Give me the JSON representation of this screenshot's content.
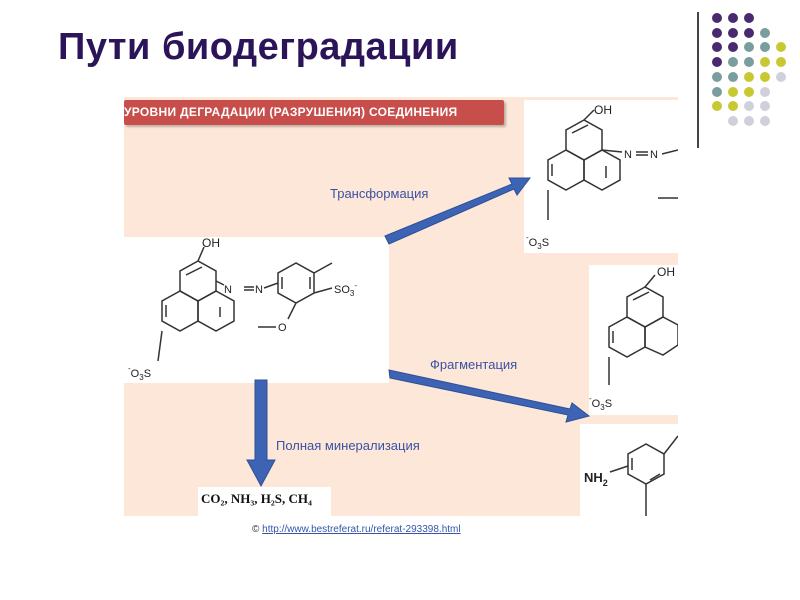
{
  "slide": {
    "title": "Пути биодеградации"
  },
  "banner": {
    "text": "УРОВНИ ДЕГРАДАЦИИ (РАЗРУШЕНИЯ) СОЕДИНЕНИЯ"
  },
  "pathways": {
    "transformation": "Трансформация",
    "fragmentation": "Фрагментация",
    "mineralization": "Полная минерализация"
  },
  "molecule_labels": {
    "oh": "OH",
    "azo": "N=N",
    "so3_right": "SO",
    "so3_left": "O",
    "nh2": "NH"
  },
  "products": {
    "text": "CO₂, NH₃, H₂S, CH₄"
  },
  "footer": {
    "copyright": "©",
    "link": "http://www.bestreferat.ru/referat-293398.html"
  },
  "colors": {
    "title": "#2b1458",
    "panel": "#fde7d9",
    "banner": "#c84e4b",
    "arrow": "#3d63b5",
    "arrow_label": "#3a52a3",
    "dot_purple": "#4a2a6e",
    "dot_teal": "#7a9ea0",
    "dot_yellow": "#c8c832",
    "dot_grey": "#d0d0dc"
  }
}
